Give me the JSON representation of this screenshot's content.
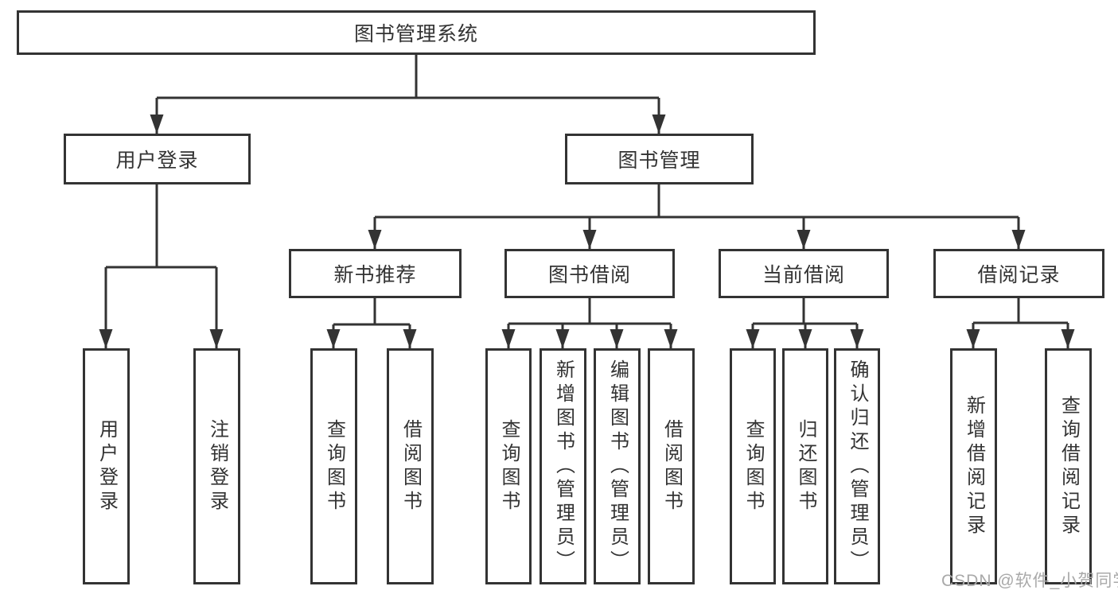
{
  "diagram": {
    "root": "图书管理系统",
    "branches": {
      "user_login": "用户登录",
      "book_management": "图书管理"
    },
    "modules": {
      "new_books": "新书推荐",
      "book_borrow": "图书借阅",
      "current_borrow": "当前借阅",
      "borrow_records": "借阅记录"
    },
    "leaves": {
      "user_login": [
        "用户登录",
        "注销登录"
      ],
      "new_books": [
        "查询图书",
        "借阅图书"
      ],
      "book_borrow": [
        "查询图书",
        "新增图书（管理员）",
        "编辑图书（管理员）",
        "借阅图书"
      ],
      "current_borrow": [
        "查询图书",
        "归还图书",
        "确认归还（管理员）"
      ],
      "borrow_records": [
        "新增借阅记录",
        "查询借阅记录"
      ]
    }
  },
  "watermark": {
    "text": "CSDN @软件_小贺同学"
  },
  "colors": {
    "line": "#333333",
    "text": "#333333",
    "watermark": "#a9a9a9",
    "background": "#ffffff"
  }
}
